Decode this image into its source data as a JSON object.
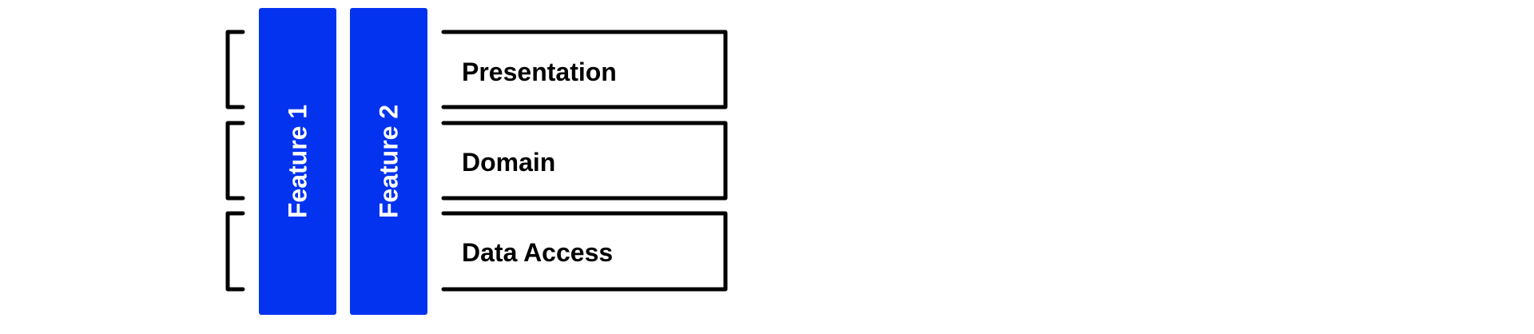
{
  "colors": {
    "feature_fill": "#0433F0",
    "stroke": "#000000",
    "background": "#FFFFFF",
    "feature_text": "#FFFFFF",
    "layer_text": "#000000"
  },
  "features": [
    {
      "label": "Feature 1"
    },
    {
      "label": "Feature 2"
    }
  ],
  "layers": [
    {
      "label": "Presentation"
    },
    {
      "label": "Domain"
    },
    {
      "label": "Data Access"
    }
  ]
}
